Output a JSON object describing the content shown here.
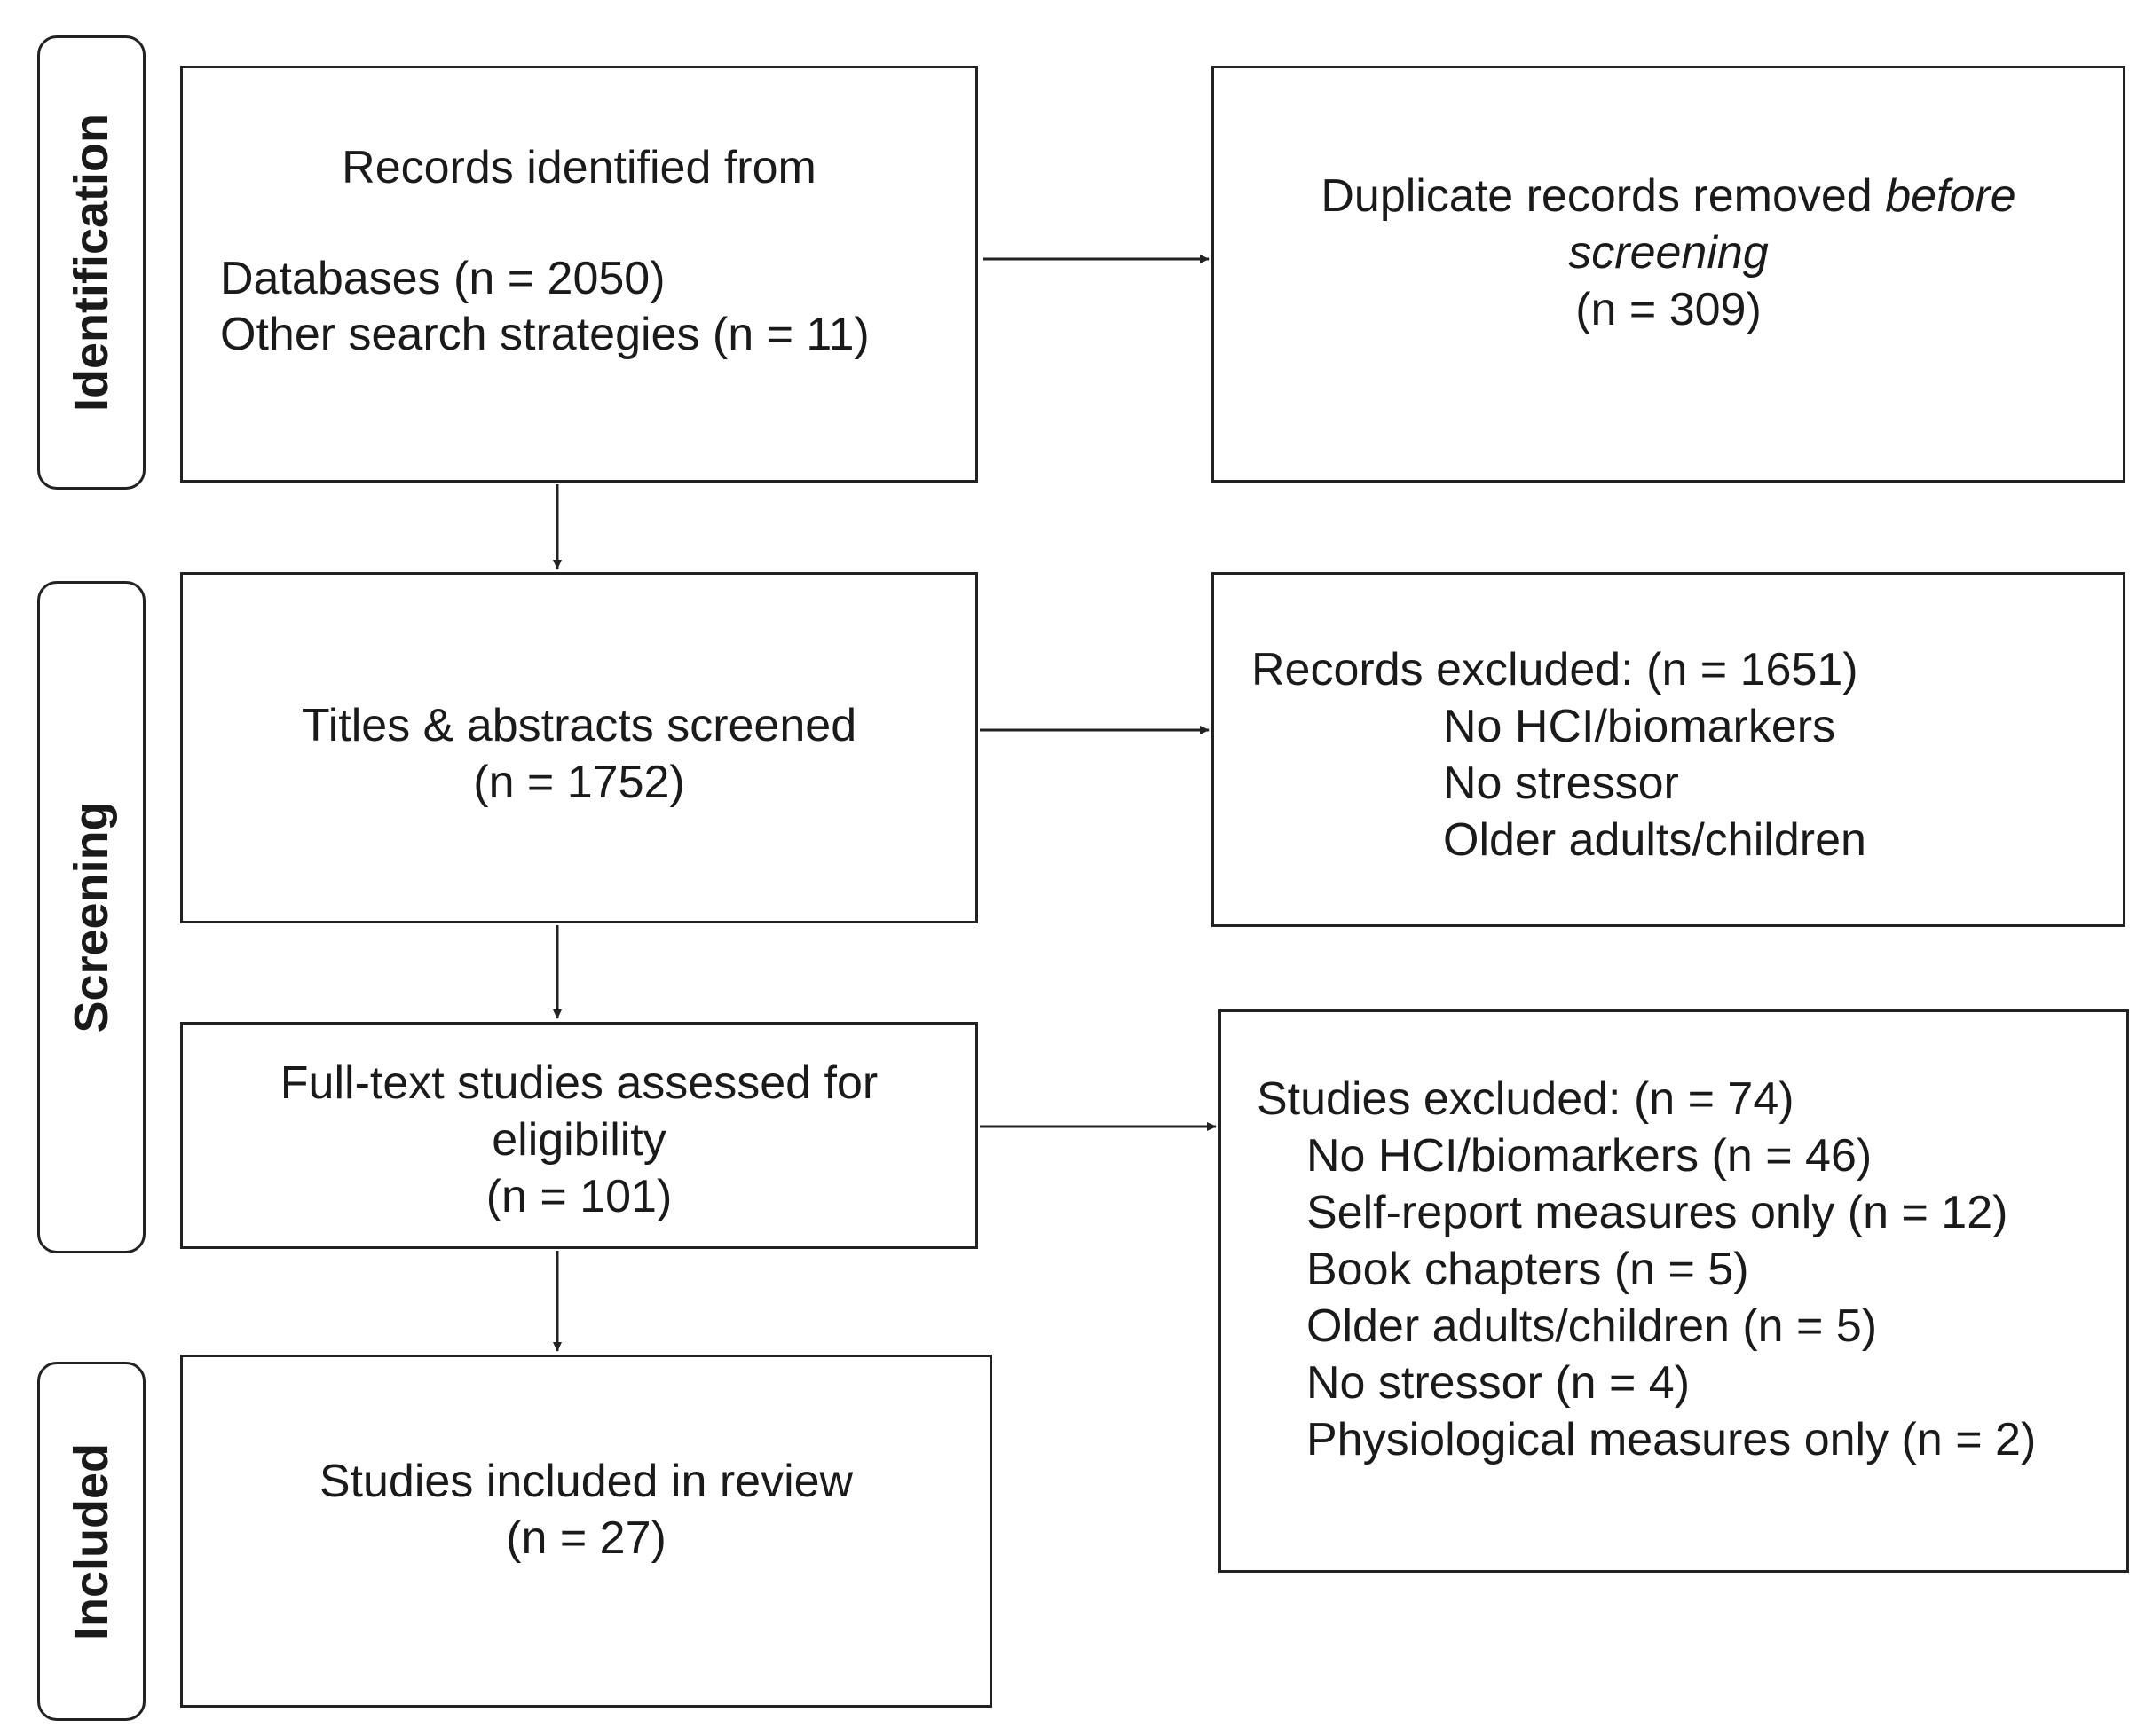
{
  "phases": {
    "identification": "Identification",
    "screening": "Screening",
    "included": "Included"
  },
  "records_identified": {
    "title": "Records identified from",
    "databases": "Databases (n = 2050)",
    "other": "Other search strategies (n = 11)"
  },
  "duplicates_removed": {
    "line1_plain": "Duplicate records removed ",
    "line1_italic": "before",
    "line2_italic": "screening",
    "count": "(n = 309)"
  },
  "titles_screened": {
    "title": "Titles & abstracts screened",
    "count": "(n = 1752)"
  },
  "records_excluded": {
    "header": "Records excluded: (n = 1651)",
    "reasons": [
      "No HCI/biomarkers",
      "No stressor",
      "Older adults/children"
    ]
  },
  "full_text": {
    "line1": "Full-text studies assessed for",
    "line2": "eligibility",
    "count": "(n = 101)"
  },
  "studies_excluded": {
    "header": "Studies excluded: (n = 74)",
    "reasons": [
      "No HCI/biomarkers (n = 46)",
      "Self-report measures only (n = 12)",
      "Book chapters (n = 5)",
      "Older adults/children (n = 5)",
      "No stressor (n = 4)",
      "Physiological measures only (n = 2)"
    ]
  },
  "included_box": {
    "title": "Studies included in review",
    "count": "(n = 27)"
  },
  "colors": {
    "line": "#222222",
    "background": "#ffffff",
    "text": "#1a1a1a"
  }
}
